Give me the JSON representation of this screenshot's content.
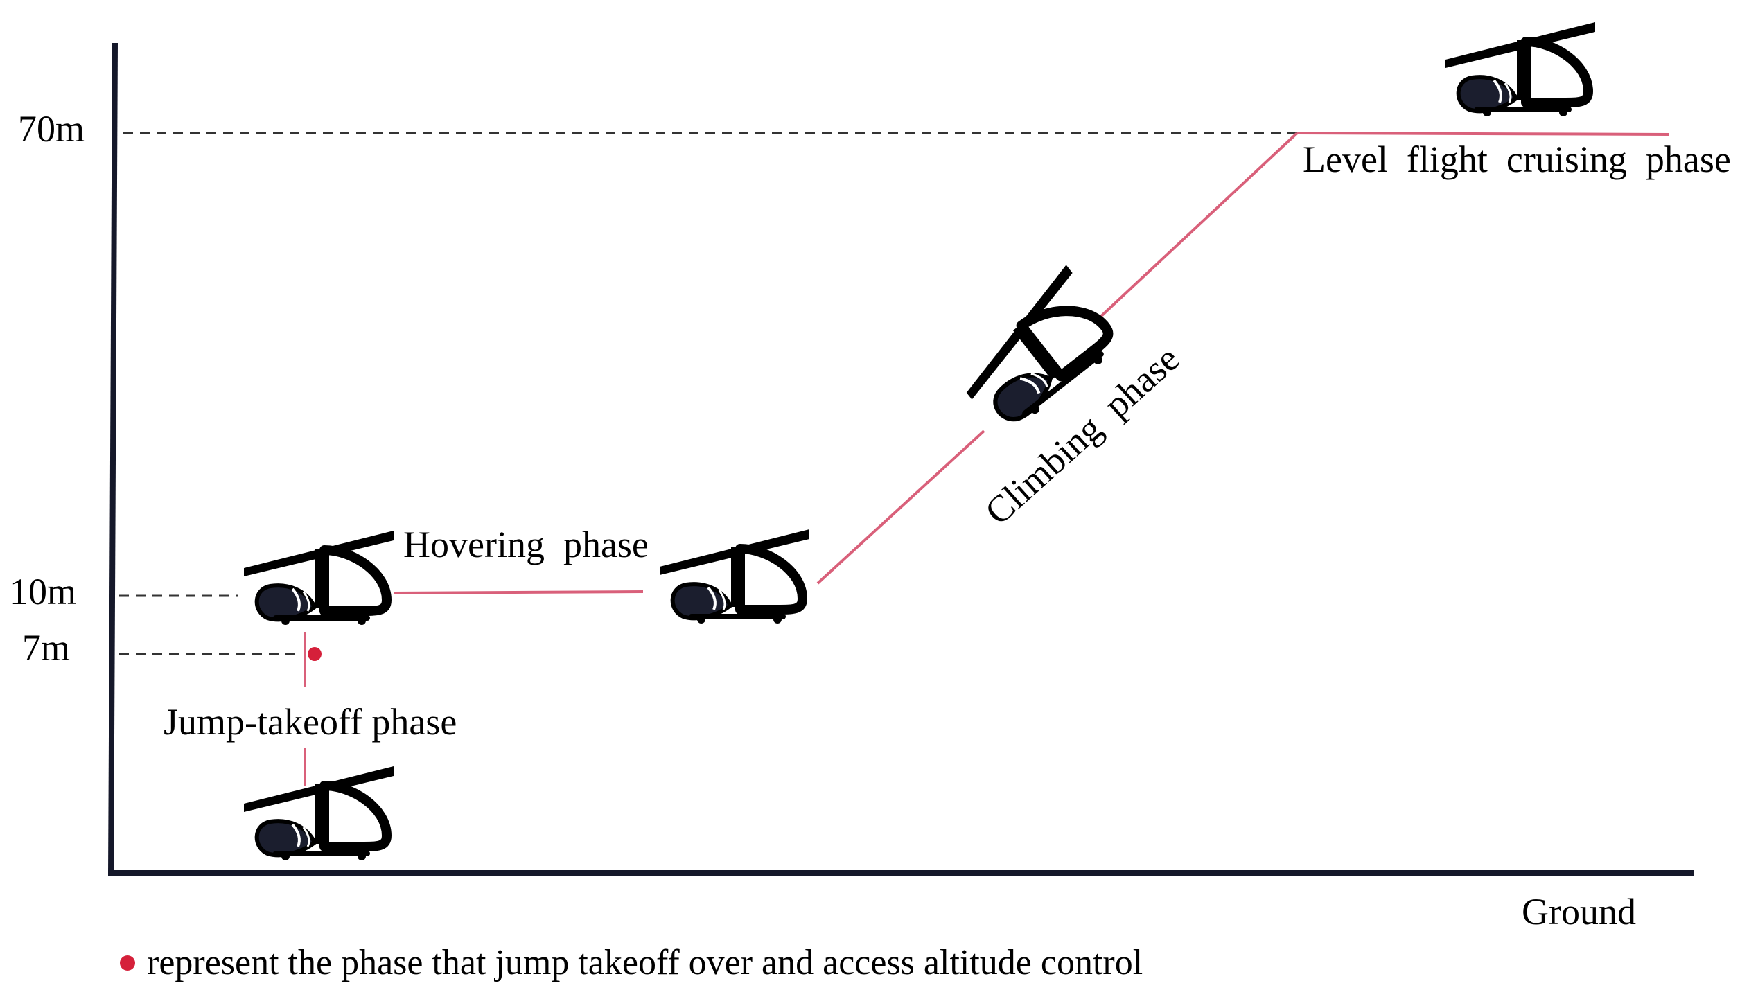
{
  "altitude_ticks": [
    {
      "id": "tick-70m",
      "label": "70m"
    },
    {
      "id": "tick-10m",
      "label": "10m"
    },
    {
      "id": "tick-7m",
      "label": "7m"
    }
  ],
  "phases": {
    "jump_takeoff": "Jump-takeoff phase",
    "hovering": "Hovering  phase",
    "climbing": "Climbing  phase",
    "level_flight": "Level  flight  cruising  phase"
  },
  "ground_label": "Ground",
  "legend": {
    "text": "represent the phase that jump takeoff over and access altitude control"
  },
  "colors": {
    "path": "#d9607a",
    "marker": "#d5203a",
    "axis": "#15182a",
    "aircraft_fill": "#1b1e2e",
    "aircraft_stroke": "#000000"
  },
  "icons": {
    "aircraft": "gyroplane-icon"
  }
}
